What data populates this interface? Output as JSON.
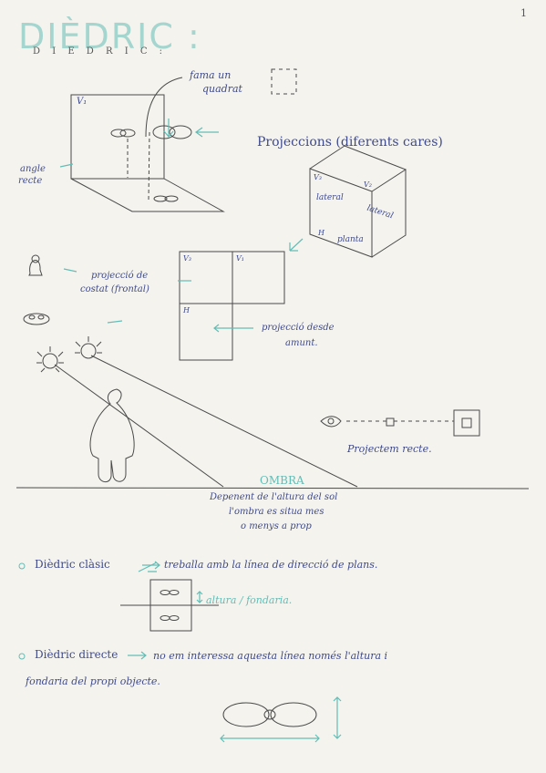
{
  "page": {
    "page_number": "1",
    "heading_big": "DIÈDRIC :",
    "heading_spaced": "D I E D R I C :",
    "label_v1": "V₁",
    "annot_square_1": "fama un",
    "annot_square_2": "quadrat",
    "label_angle_1": "angle",
    "label_angle_2": "recte",
    "projections_title": "Projeccions (diferents cares)",
    "box_v3": "V₃",
    "box_v2": "V₂",
    "box_lateral1": "lateral",
    "box_lateral2": "lateral",
    "box_h": "H",
    "box_planta": "planta",
    "grid_v3": "V₃",
    "grid_v1": "V₁",
    "grid_h": "H",
    "side_proj_1": "projecció de",
    "side_proj_2": "costat (frontal)",
    "down_proj_1": "projecció desde",
    "down_proj_2": "amunt.",
    "projection_straight": "Projectem recte.",
    "shadow_title": "OMBRA",
    "shadow_1": "Depenent de l'altura del sol",
    "shadow_2": "l'ombra es situa mes",
    "shadow_3": "o menys a prop",
    "bullet_1_term": "Dièdric clàsic",
    "bullet_1_text": "treballa amb la línea de direcció de plans.",
    "bullet_1_annot": "altura / fondaria.",
    "bullet_2_term": "Dièdric directe",
    "bullet_2_text": "no em interessa aquesta línea només l'altura i",
    "bullet_2_text_2": "fondaria del propi objecte."
  },
  "colors": {
    "ink_blue": "#3e4a8e",
    "ink_teal": "#63bdb6",
    "pencil": "#555555",
    "paper": "#f4f3ee"
  }
}
